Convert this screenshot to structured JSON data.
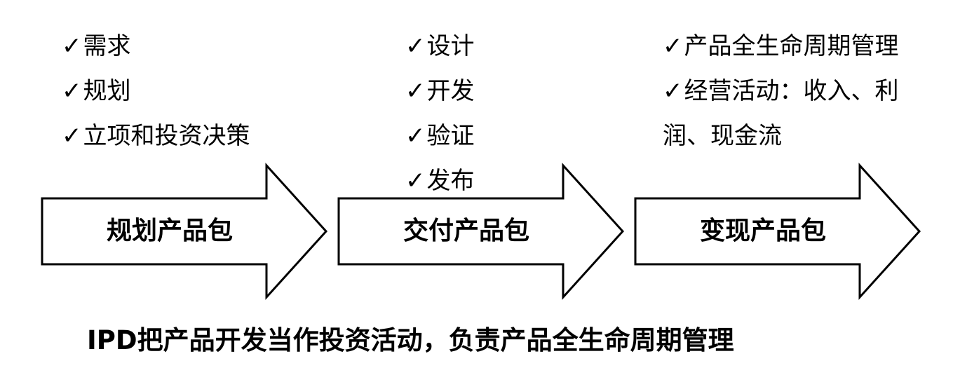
{
  "stages": [
    {
      "label": "规划产品包",
      "items": [
        "需求",
        "规划",
        "立项和投资决策"
      ]
    },
    {
      "label": "交付产品包",
      "items": [
        "设计",
        "开发",
        "验证",
        "发布"
      ]
    },
    {
      "label": "变现产品包",
      "items": [
        "产品全生命周期管理",
        "经营活动：收入、利润、现金流"
      ]
    }
  ],
  "check_mark": "✓",
  "footer": "IPD把产品开发当作投资活动，负责产品全生命周期管理"
}
